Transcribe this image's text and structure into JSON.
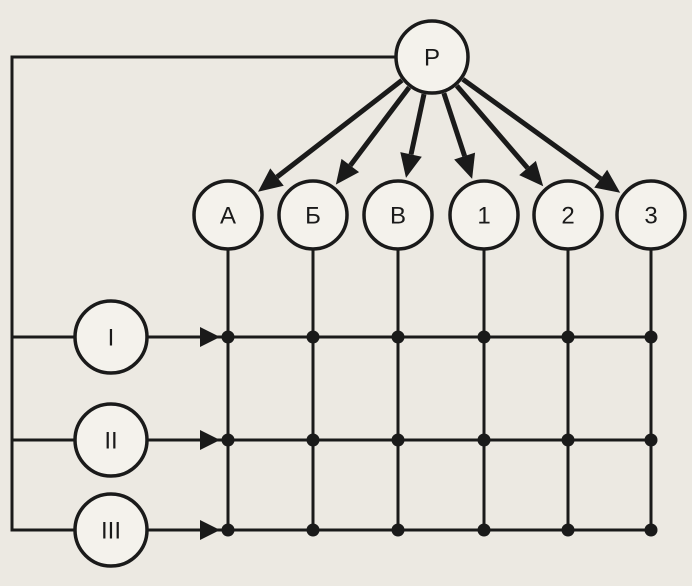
{
  "diagram": {
    "root": {
      "id": "P",
      "label": "Р"
    },
    "top_nodes": [
      {
        "id": "A",
        "label": "А"
      },
      {
        "id": "B",
        "label": "Б"
      },
      {
        "id": "V",
        "label": "В"
      },
      {
        "id": "1",
        "label": "1"
      },
      {
        "id": "2",
        "label": "2"
      },
      {
        "id": "3",
        "label": "3"
      }
    ],
    "left_nodes": [
      {
        "id": "I",
        "label": "I"
      },
      {
        "id": "II",
        "label": "II"
      },
      {
        "id": "III",
        "label": "III"
      }
    ],
    "edges": [
      {
        "from": "P",
        "to": "A",
        "arrow": true
      },
      {
        "from": "P",
        "to": "B",
        "arrow": true
      },
      {
        "from": "P",
        "to": "V",
        "arrow": true
      },
      {
        "from": "P",
        "to": "1",
        "arrow": true
      },
      {
        "from": "P",
        "to": "2",
        "arrow": true
      },
      {
        "from": "P",
        "to": "3",
        "arrow": true
      },
      {
        "from": "P",
        "to": "I",
        "arrow": false
      },
      {
        "from": "P",
        "to": "II",
        "arrow": false
      },
      {
        "from": "P",
        "to": "III",
        "arrow": false
      }
    ],
    "grid": "each left node row connects to every top node column at a junction dot"
  }
}
